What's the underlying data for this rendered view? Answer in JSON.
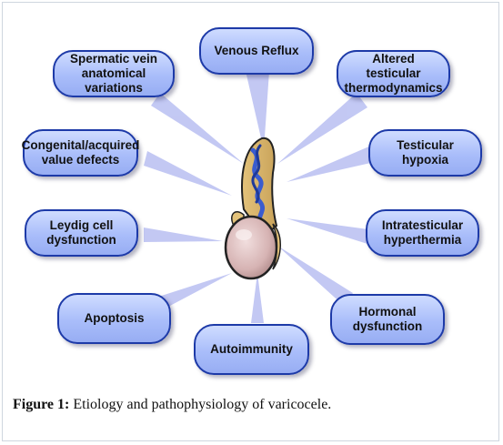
{
  "caption": {
    "label": "Figure 1:",
    "text": " Etiology and pathophysiology of varicocele."
  },
  "nodes": {
    "venous_reflux": "Venous Reflux",
    "altered_thermo": "Altered testicular\nthermodynamics",
    "testicular_hypoxia": "Testicular\nhypoxia",
    "intratesticular_hyperthermia": "Intratesticular\nhyperthermia",
    "hormonal_dysfunction": "Hormonal\ndysfunction",
    "autoimmunity": "Autoimmunity",
    "apoptosis": "Apoptosis",
    "leydig": "Leydig cell\ndysfunction",
    "congenital": "Congenital/acquired\nvalue defects",
    "spermatic": "Spermatic vein\nanatomical variations"
  },
  "colors": {
    "node_border": "#1d3aa8",
    "node_fill": "#a9bdfa",
    "ray": "#b9bff2",
    "testis": "#d9b8b8",
    "vein": "#3a5ccf"
  },
  "center_icon": "testis-varicocele-icon"
}
